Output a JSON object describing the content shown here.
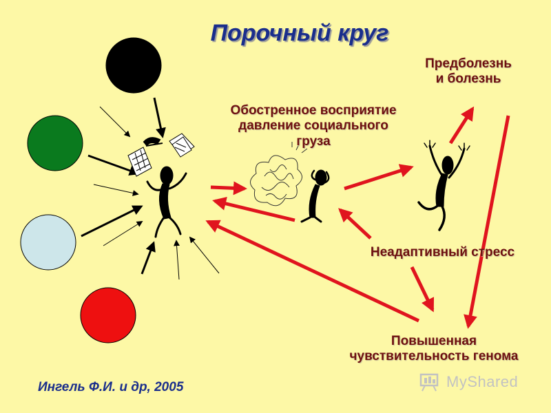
{
  "title": "Порочный круг",
  "labels": {
    "predisease_line1": "Предболезнь",
    "predisease_line2": "и болезнь",
    "perception_line1": "Обостренное восприятие",
    "perception_line2": "давление социального",
    "perception_line3": "груза",
    "stress": "Неадаптивный стресс",
    "genome_line1": "Повышенная",
    "genome_line2": "чувствительность генома"
  },
  "citation": "Ингель Ф.И. и др, 2005",
  "watermark": "MyShared",
  "colors": {
    "background": "#fdf8a6",
    "title": "#1a2e8c",
    "label": "#6e1010",
    "arrow_main": "#e0141e",
    "circle_black": "#000000",
    "circle_green": "#0a7a1e",
    "circle_lightblue": "#cde6ea",
    "circle_red": "#ee1010"
  },
  "icons": [
    "telephone-icon",
    "papers-icon",
    "calendar-icon",
    "scribble-cloud-icon",
    "stressed-figure-icon",
    "jumping-figure-icon",
    "central-figure-icon"
  ]
}
